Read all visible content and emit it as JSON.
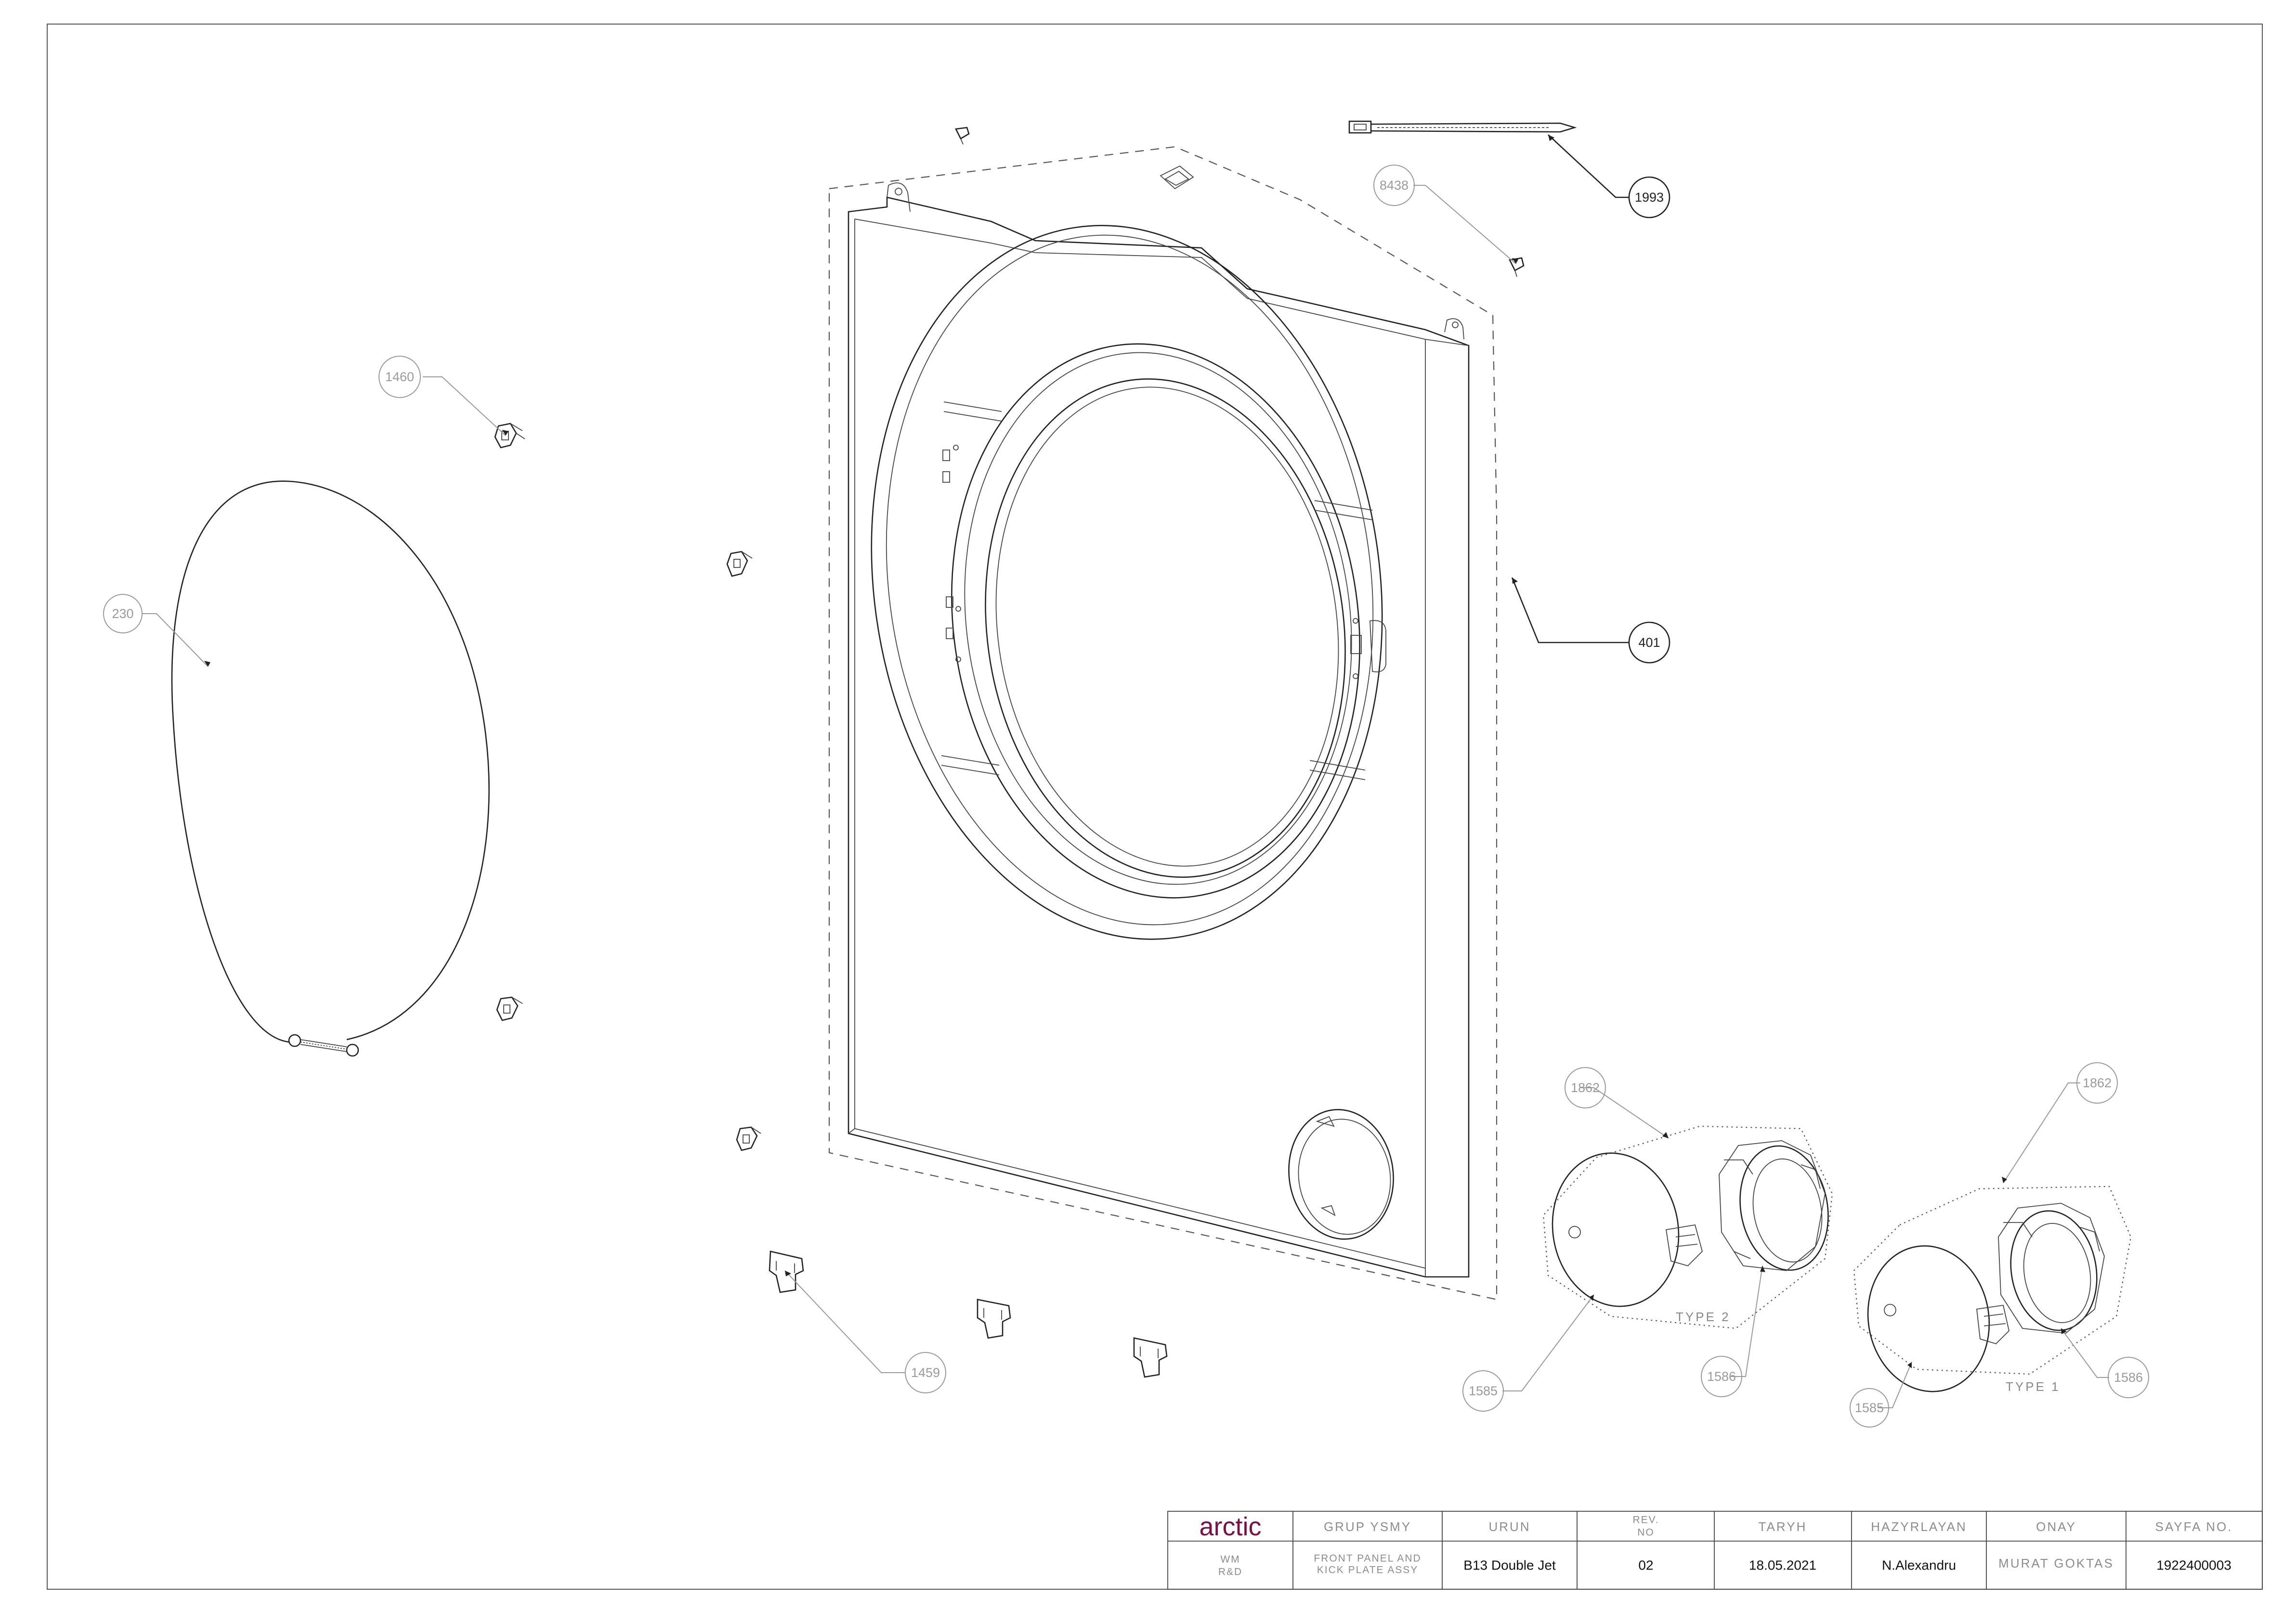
{
  "callouts": {
    "c1460": "1460",
    "c230": "230",
    "c8438": "8438",
    "c1993": "1993",
    "c401": "401",
    "c1459": "1459",
    "c1862a": "1862",
    "c1862b": "1862",
    "c1585a": "1585",
    "c1586a": "1586",
    "c1585b": "1585",
    "c1586b": "1586"
  },
  "type_labels": {
    "type2": "TYPE 2",
    "type1": "TYPE 1"
  },
  "title_block": {
    "logo": "arctic",
    "group_header": "GRUP YSMY",
    "product_header": "URUN",
    "rev_header_1": "REV.",
    "rev_header_2": "NO",
    "date_header": "TARYH",
    "prepared_header": "HAZYRLAYAN",
    "approved_header": "ONAY",
    "page_header": "SAYFA NO.",
    "dept_1": "WM",
    "dept_2": "R&D",
    "group_value_1": "FRONT PANEL AND",
    "group_value_2": "KICK PLATE ASSY",
    "product_value": "B13 Double Jet",
    "rev_value": "02",
    "date_value": "18.05.2021",
    "prepared_value": "N.Alexandru",
    "approved_value": "MURAT GOKTAS",
    "page_value": "1922400003"
  },
  "colors": {
    "logo": "#7a1046",
    "line": "#222222",
    "grey_text": "#8c8c8c"
  }
}
